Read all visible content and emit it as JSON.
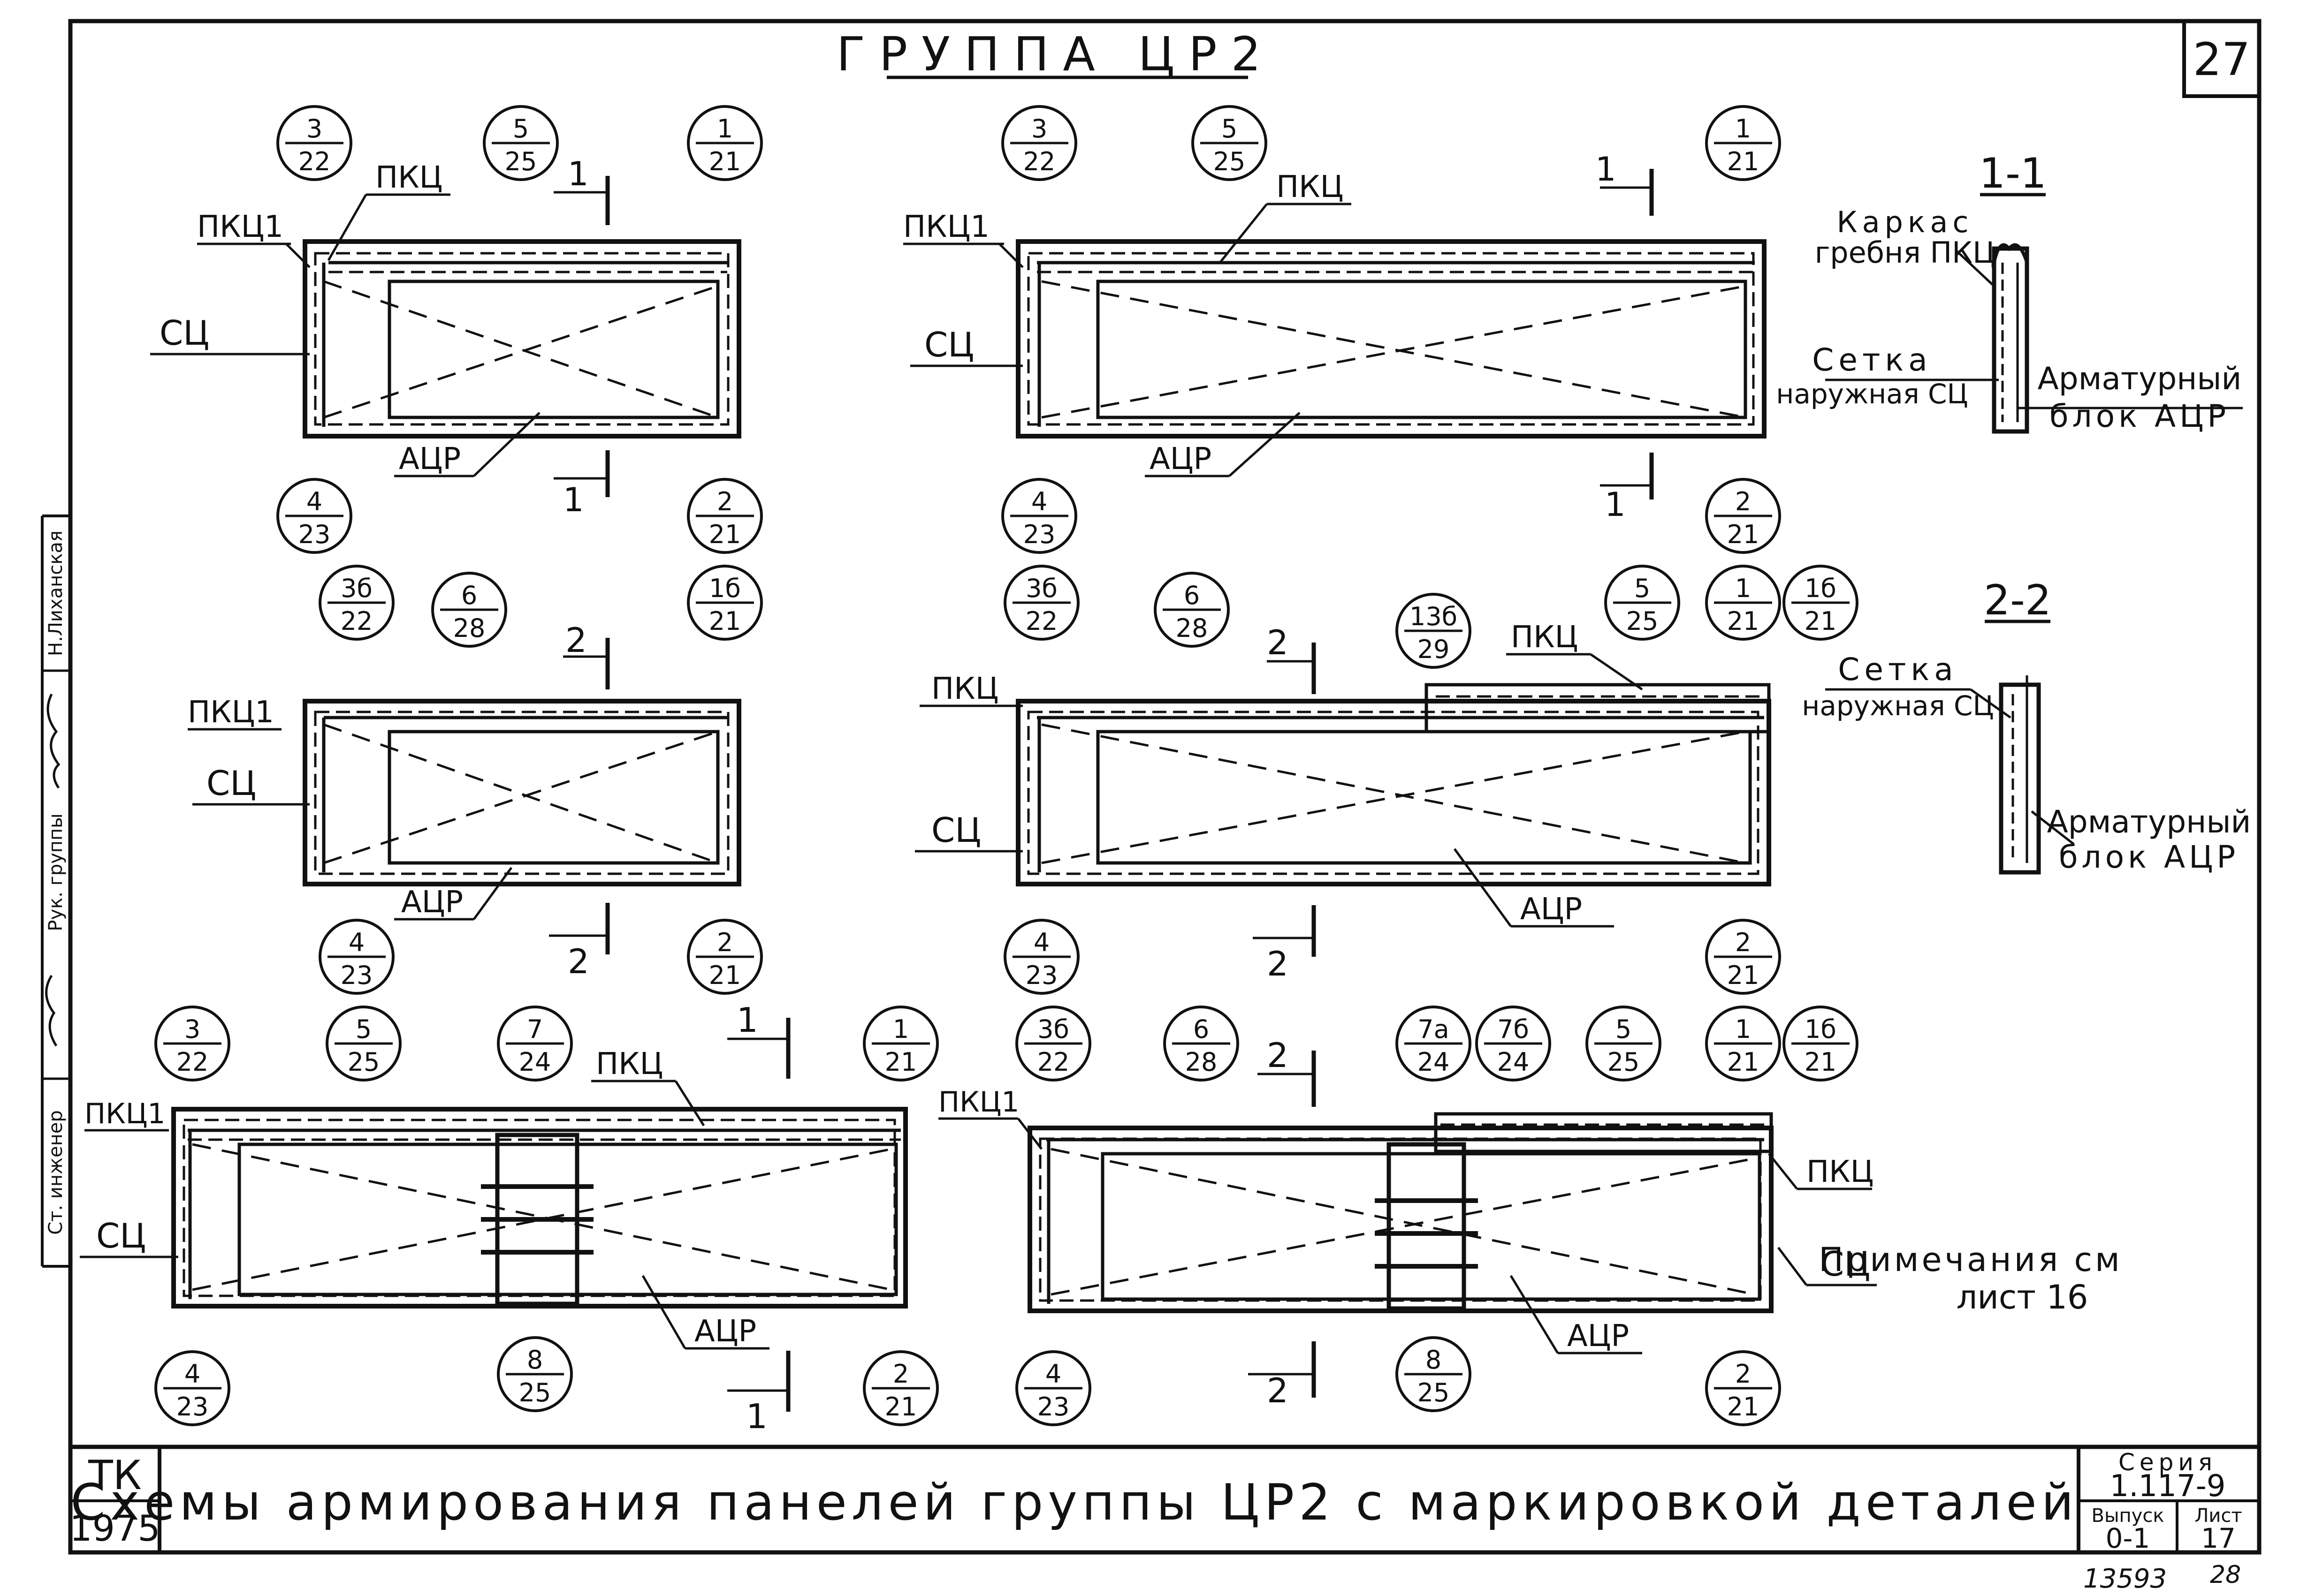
{
  "title": "ГРУППА ЦР2",
  "sheet_number": "27",
  "caption": "Схемы армирования панелей группы ЦР2 с маркировкой деталей",
  "stamp": {
    "org": "ТК",
    "year": "1975",
    "series_label": "Серия",
    "series": "1.117-9",
    "issue_label": "Выпуск",
    "issue": "0-1",
    "sheet_label": "Лист",
    "sheet": "17",
    "bottom_number": "13593",
    "bottom_page": "28"
  },
  "side_stamp": {
    "role1": "Ст. инженер",
    "role2": "Рук. группы",
    "name": "Н.Лиханская"
  },
  "note": {
    "line1": "Примечания см",
    "line2": "лист 16"
  },
  "labels": {
    "pkc": "ПКЦ",
    "pkc1": "ПКЦ1",
    "sc": "СЦ",
    "acr": "АЦР"
  },
  "sections": {
    "s11": {
      "title": "1-1",
      "a": "Каркас",
      "b": "гребня ПКЦ",
      "c": "Сетка",
      "d": "наружная СЦ",
      "e": "Арматурный",
      "f": "блок АЦР"
    },
    "s22": {
      "title": "2-2",
      "c": "Сетка",
      "d": "наружная СЦ",
      "e": "Арматурный",
      "f": "блок АЦР"
    }
  },
  "cut": {
    "one": "1",
    "two": "2"
  },
  "marks": {
    "p1": [
      [
        "3",
        "22"
      ],
      [
        "5",
        "25"
      ],
      [
        "1",
        "21"
      ],
      [
        "4",
        "23"
      ],
      [
        "2",
        "21"
      ]
    ],
    "p2": [
      [
        "3",
        "22"
      ],
      [
        "5",
        "25"
      ],
      [
        "1",
        "21"
      ],
      [
        "4",
        "23"
      ],
      [
        "2",
        "21"
      ]
    ],
    "p3": [
      [
        "3б",
        "22"
      ],
      [
        "6",
        "28"
      ],
      [
        "1б",
        "21"
      ],
      [
        "4",
        "23"
      ],
      [
        "2",
        "21"
      ]
    ],
    "p4": [
      [
        "3б",
        "22"
      ],
      [
        "6",
        "28"
      ],
      [
        "13б",
        "29"
      ],
      [
        "5",
        "25"
      ],
      [
        "1",
        "21"
      ],
      [
        "1б",
        "21"
      ],
      [
        "4",
        "23"
      ],
      [
        "2",
        "21"
      ]
    ],
    "p5": [
      [
        "3",
        "22"
      ],
      [
        "5",
        "25"
      ],
      [
        "7",
        "24"
      ],
      [
        "1",
        "21"
      ],
      [
        "4",
        "23"
      ],
      [
        "8",
        "25"
      ],
      [
        "2",
        "21"
      ]
    ],
    "p6": [
      [
        "3б",
        "22"
      ],
      [
        "6",
        "28"
      ],
      [
        "7а",
        "24"
      ],
      [
        "7б",
        "24"
      ],
      [
        "5",
        "25"
      ],
      [
        "1",
        "21"
      ],
      [
        "1б",
        "21"
      ],
      [
        "4",
        "23"
      ],
      [
        "8",
        "25"
      ],
      [
        "2",
        "21"
      ]
    ]
  }
}
